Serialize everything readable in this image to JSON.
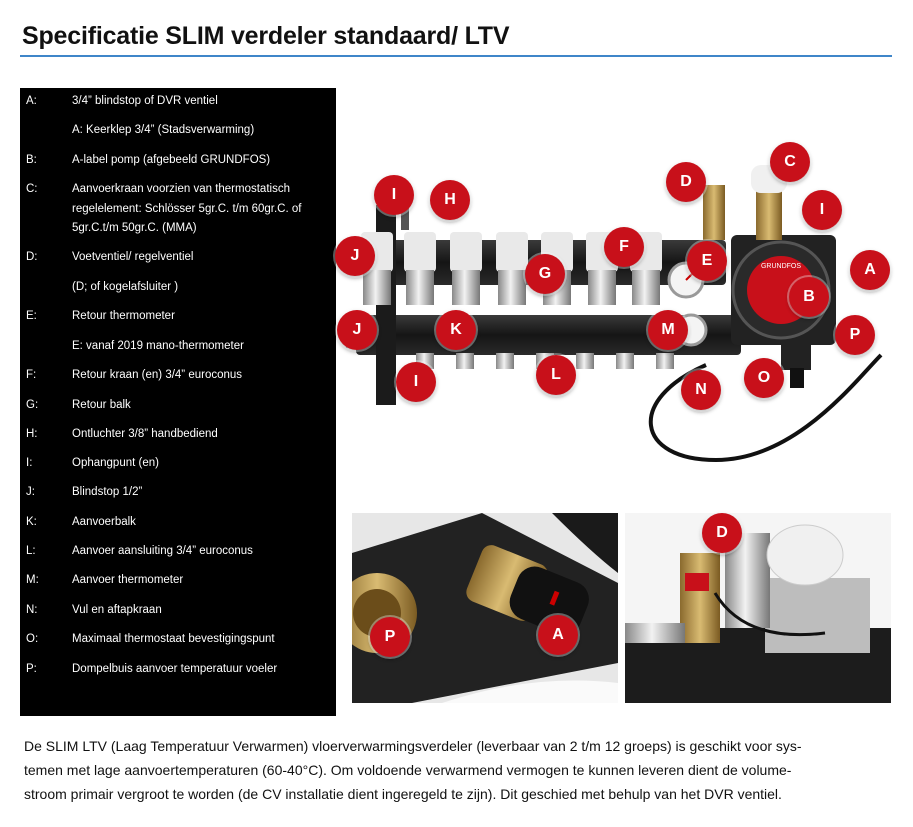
{
  "title": "Specificatie SLIM verdeler standaard/ LTV",
  "legend": [
    {
      "key": "A:",
      "text": "3/4”  blindstop of DVR ventiel"
    },
    {
      "key": "",
      "text": "A: Keerklep 3/4” (Stadsverwarming)"
    },
    {
      "key": "B:",
      "text": "A-label pomp (afgebeeld GRUNDFOS)"
    },
    {
      "key": "C:",
      "text": "Aanvoerkraan voorzien van thermostatisch regelelement: Schlösser  5gr.C. t/m 60gr.C. of 5gr.C.t/m 50gr.C. (MMA)"
    },
    {
      "key": "D:",
      "text": "Voetventiel/ regelventiel"
    },
    {
      "key": "",
      "text": "(D; of kogelafsluiter )"
    },
    {
      "key": "E:",
      "text": "Retour thermometer"
    },
    {
      "key": "",
      "text": "E: vanaf 2019 mano-thermometer"
    },
    {
      "key": "F:",
      "text": "Retour kraan (en) 3/4” euroconus"
    },
    {
      "key": "G:",
      "text": "Retour balk"
    },
    {
      "key": "H:",
      "text": "Ontluchter 3/8” handbediend"
    },
    {
      "key": "I:",
      "text": "Ophangpunt (en)"
    },
    {
      "key": "J:",
      "text": "Blindstop 1/2”"
    },
    {
      "key": "K:",
      "text": "Aanvoerbalk"
    },
    {
      "key": "L:",
      "text": "Aanvoer aansluiting 3/4” euroconus"
    },
    {
      "key": "M:",
      "text": "Aanvoer thermometer"
    },
    {
      "key": "N:",
      "text": "Vul en aftapkraan"
    },
    {
      "key": "O:",
      "text": "Maximaal thermostaat bevestigingspunt"
    },
    {
      "key": "P:",
      "text": "Dompelbuis aanvoer temperatuur voeler"
    }
  ],
  "callouts_main": [
    "I",
    "H",
    "D",
    "C",
    "I",
    "J",
    "F",
    "E",
    "G",
    "A",
    "B",
    "J",
    "K",
    "M",
    "P",
    "I",
    "L",
    "N",
    "O"
  ],
  "callouts_detail_left": [
    "P",
    "A"
  ],
  "callouts_detail_right": [
    "D"
  ],
  "pump_brand": "GRUNDFOS",
  "paragraph": [
    "De SLIM LTV (Laag Temperatuur Verwarmen) vloerverwarmingsverdeler (leverbaar van 2 t/m 12 groeps) is geschikt voor sys-",
    "temen met lage aanvoertemperaturen (60-40°C). Om voldoende verwarmend vermogen te kunnen leveren dient de volume-",
    "stroom primair vergroot te worden (de CV installatie dient ingeregeld te zijn). Dit geschied met behulp van het DVR ventiel."
  ],
  "colors": {
    "callout": "#c8101a",
    "rule": "#3f86c9",
    "legend_bg": "#000000"
  }
}
